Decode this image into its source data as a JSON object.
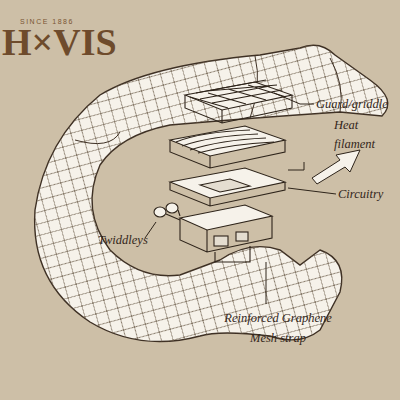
{
  "diagram": {
    "labels": [
      "SINCE 1886",
      "H×VIS",
      "Guard/griddle",
      "Heat filament",
      "Circuitry",
      "Twiddleys",
      "Reinforced Graphene Mesh strap"
    ]
  }
}
